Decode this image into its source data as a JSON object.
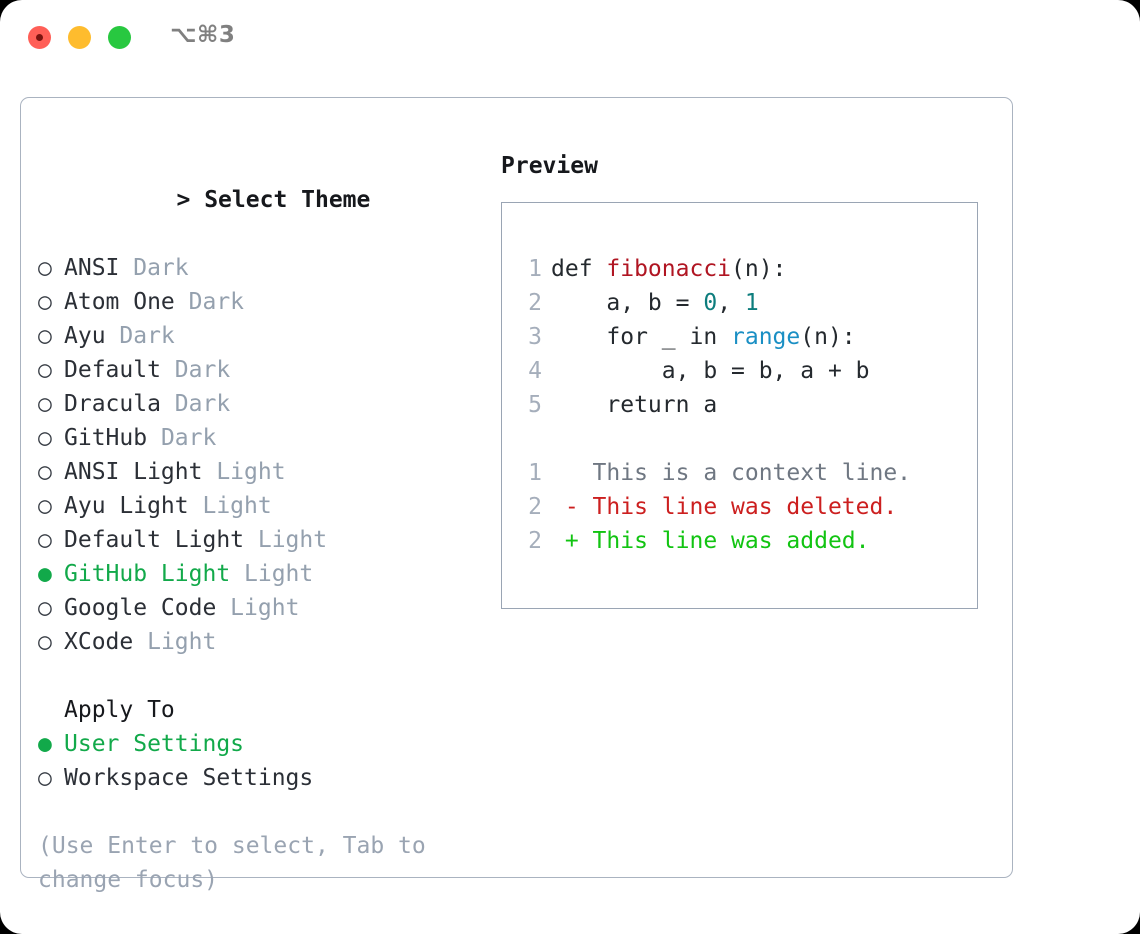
{
  "titlebar": {
    "shortcut": "⌥⌘3",
    "lights": [
      "close-red",
      "minimize-yellow",
      "maximize-green"
    ]
  },
  "theme_picker": {
    "header": "Select Theme",
    "header_caret": ">",
    "marker_selected": "●",
    "marker_unselected": "○",
    "items": [
      {
        "label": "ANSI",
        "tag": "Dark",
        "selected": false
      },
      {
        "label": "Atom One",
        "tag": "Dark",
        "selected": false
      },
      {
        "label": "Ayu",
        "tag": "Dark",
        "selected": false
      },
      {
        "label": "Default",
        "tag": "Dark",
        "selected": false
      },
      {
        "label": "Dracula",
        "tag": "Dark",
        "selected": false
      },
      {
        "label": "GitHub",
        "tag": "Dark",
        "selected": false
      },
      {
        "label": "ANSI Light",
        "tag": "Light",
        "selected": false
      },
      {
        "label": "Ayu Light",
        "tag": "Light",
        "selected": false
      },
      {
        "label": "Default Light",
        "tag": "Light",
        "selected": false
      },
      {
        "label": "GitHub Light",
        "tag": "Light",
        "selected": true
      },
      {
        "label": "Google Code",
        "tag": "Light",
        "selected": false
      },
      {
        "label": "XCode",
        "tag": "Light",
        "selected": false
      }
    ]
  },
  "apply_to": {
    "header": "Apply To",
    "items": [
      {
        "label": "User Settings",
        "selected": true
      },
      {
        "label": "Workspace Settings",
        "selected": false
      }
    ]
  },
  "hint": "(Use Enter to select, Tab to change focus)",
  "preview": {
    "header": "Preview",
    "code_lines": [
      {
        "num": "1",
        "tokens": [
          {
            "text": "def ",
            "type": "plain"
          },
          {
            "text": "fibonacci",
            "type": "fn"
          },
          {
            "text": "(n):",
            "type": "plain"
          }
        ]
      },
      {
        "num": "2",
        "tokens": [
          {
            "text": "    a, b = ",
            "type": "plain"
          },
          {
            "text": "0",
            "type": "num"
          },
          {
            "text": ", ",
            "type": "plain"
          },
          {
            "text": "1",
            "type": "num"
          }
        ]
      },
      {
        "num": "3",
        "tokens": [
          {
            "text": "    for _ in ",
            "type": "plain"
          },
          {
            "text": "range",
            "type": "call"
          },
          {
            "text": "(n):",
            "type": "plain"
          }
        ]
      },
      {
        "num": "4",
        "tokens": [
          {
            "text": "        a, b = b, a + b",
            "type": "plain"
          }
        ]
      },
      {
        "num": "5",
        "tokens": [
          {
            "text": "    return a",
            "type": "plain"
          }
        ]
      }
    ],
    "diff_lines": [
      {
        "num": "1",
        "sign": " ",
        "text": "This is a context line.",
        "kind": "ctx"
      },
      {
        "num": "2",
        "sign": "-",
        "text": "This line was deleted.",
        "kind": "del"
      },
      {
        "num": "2",
        "sign": "+",
        "text": "This line was added.",
        "kind": "add"
      }
    ]
  },
  "colors": {
    "accent_green": "#12a94a",
    "diff_add": "#12c412",
    "diff_del": "#cc1f1f",
    "tag_gray": "#94a0ae",
    "syntax_fn": "#b01522",
    "syntax_num": "#0d7d7d",
    "syntax_call": "#1a8fc4",
    "border": "#aab3c0"
  }
}
